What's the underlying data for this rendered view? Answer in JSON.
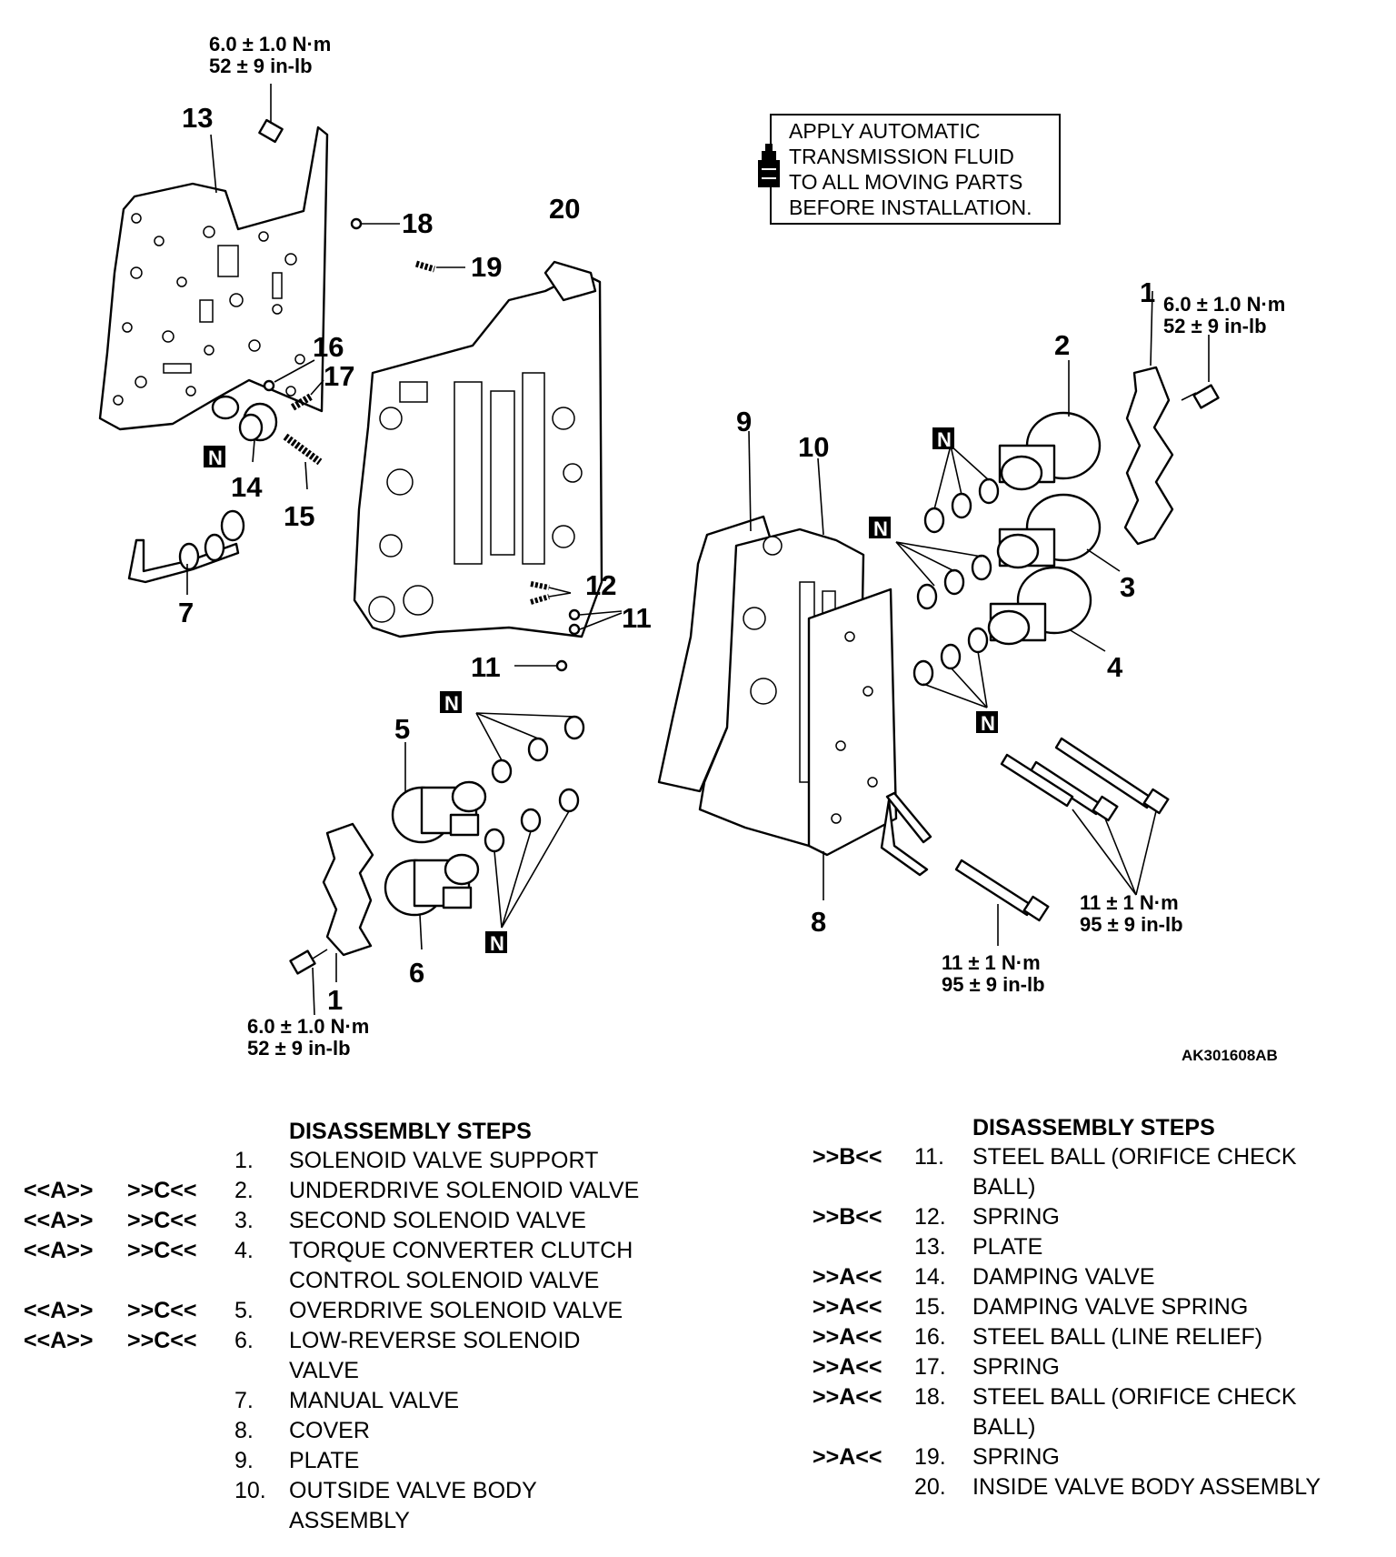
{
  "note": {
    "lines": [
      "APPLY AUTOMATIC",
      "TRANSMISSION FLUID",
      "TO ALL MOVING PARTS",
      "BEFORE INSTALLATION."
    ],
    "icon": "fluid-bottle-icon"
  },
  "torque_specs": {
    "t1": [
      "6.0 ± 1.0 N·m",
      "52 ± 9 in-lb"
    ],
    "t2": [
      "6.0 ± 1.0 N·m",
      "52 ± 9 in-lb"
    ],
    "t3": [
      "6.0 ± 1.0 N·m",
      "52 ± 9 in-lb"
    ],
    "t4": [
      "11 ± 1 N·m",
      "95 ± 9 in-lb"
    ],
    "t5": [
      "11 ± 1 N·m",
      "95 ± 9 in-lb"
    ]
  },
  "callouts": {
    "c13": "13",
    "c18": "18",
    "c19": "19",
    "c20": "20",
    "c16": "16",
    "c17": "17",
    "c14": "14",
    "c15": "15",
    "c7": "7",
    "c12": "12",
    "c11a": "11",
    "c11b": "11",
    "c9": "9",
    "c10": "10",
    "c2": "2",
    "c1a": "1",
    "c3": "3",
    "c4": "4",
    "c5": "5",
    "c6": "6",
    "c1b": "1",
    "c8": "8"
  },
  "new_part_mark": "N",
  "figure_id": "AK301608AB",
  "steps_left": {
    "heading": "DISASSEMBLY STEPS",
    "items": [
      {
        "m1": "",
        "m2": "",
        "num": "1.",
        "lines": [
          "SOLENOID VALVE SUPPORT"
        ]
      },
      {
        "m1": "<<A>>",
        "m2": ">>C<<",
        "num": "2.",
        "lines": [
          "UNDERDRIVE SOLENOID VALVE"
        ]
      },
      {
        "m1": "<<A>>",
        "m2": ">>C<<",
        "num": "3.",
        "lines": [
          "SECOND SOLENOID VALVE"
        ]
      },
      {
        "m1": "<<A>>",
        "m2": ">>C<<",
        "num": "4.",
        "lines": [
          "TORQUE CONVERTER CLUTCH",
          "CONTROL SOLENOID VALVE"
        ]
      },
      {
        "m1": "<<A>>",
        "m2": ">>C<<",
        "num": "5.",
        "lines": [
          "OVERDRIVE SOLENOID VALVE"
        ]
      },
      {
        "m1": "<<A>>",
        "m2": ">>C<<",
        "num": "6.",
        "lines": [
          "LOW-REVERSE SOLENOID",
          "VALVE"
        ]
      },
      {
        "m1": "",
        "m2": "",
        "num": "7.",
        "lines": [
          "MANUAL VALVE"
        ]
      },
      {
        "m1": "",
        "m2": "",
        "num": "8.",
        "lines": [
          "COVER"
        ]
      },
      {
        "m1": "",
        "m2": "",
        "num": "9.",
        "lines": [
          "PLATE"
        ]
      },
      {
        "m1": "",
        "m2": "",
        "num": "10.",
        "lines": [
          "OUTSIDE VALVE BODY",
          "ASSEMBLY"
        ]
      }
    ]
  },
  "steps_right": {
    "heading": "DISASSEMBLY STEPS",
    "items": [
      {
        "m": ">>B<<",
        "num": "11.",
        "lines": [
          "STEEL BALL (ORIFICE CHECK",
          "BALL)"
        ]
      },
      {
        "m": ">>B<<",
        "num": "12.",
        "lines": [
          "SPRING"
        ]
      },
      {
        "m": "",
        "num": "13.",
        "lines": [
          "PLATE"
        ]
      },
      {
        "m": ">>A<<",
        "num": "14.",
        "lines": [
          "DAMPING VALVE"
        ]
      },
      {
        "m": ">>A<<",
        "num": "15.",
        "lines": [
          "DAMPING VALVE SPRING"
        ]
      },
      {
        "m": ">>A<<",
        "num": "16.",
        "lines": [
          "STEEL BALL (LINE RELIEF)"
        ]
      },
      {
        "m": ">>A<<",
        "num": "17.",
        "lines": [
          "SPRING"
        ]
      },
      {
        "m": ">>A<<",
        "num": "18.",
        "lines": [
          "STEEL BALL (ORIFICE CHECK",
          "BALL)"
        ]
      },
      {
        "m": ">>A<<",
        "num": "19.",
        "lines": [
          "SPRING"
        ]
      },
      {
        "m": "",
        "num": "20.",
        "lines": [
          "INSIDE VALVE BODY ASSEMBLY"
        ]
      }
    ]
  }
}
